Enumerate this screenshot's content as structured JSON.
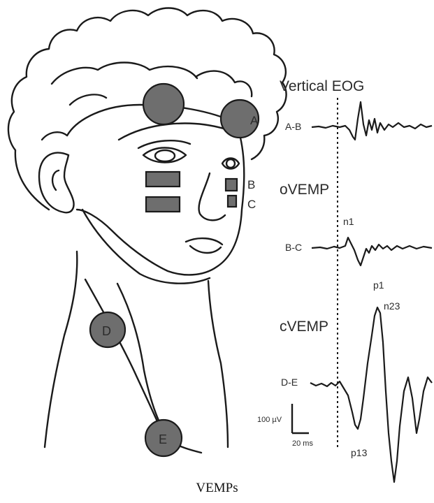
{
  "headings": {
    "vertical_eog": "Vertical EOG",
    "ovemp": "oVEMP",
    "cvemp": "cVEMP"
  },
  "electrodes": {
    "a": "A",
    "b": "B",
    "c": "C",
    "d": "D",
    "e": "E"
  },
  "traces": {
    "ab": "A-B",
    "bc": "B-C",
    "de": "D-E"
  },
  "peaks": {
    "n1": "n1",
    "p1": "p1",
    "n23": "n23",
    "p13": "p13"
  },
  "scale_bar": {
    "voltage": "100 µV",
    "time": "20 ms"
  },
  "caption": "VEMPs",
  "colors": {
    "electrode_fill": "#6e6e6e",
    "line": "#1a1a1a"
  }
}
